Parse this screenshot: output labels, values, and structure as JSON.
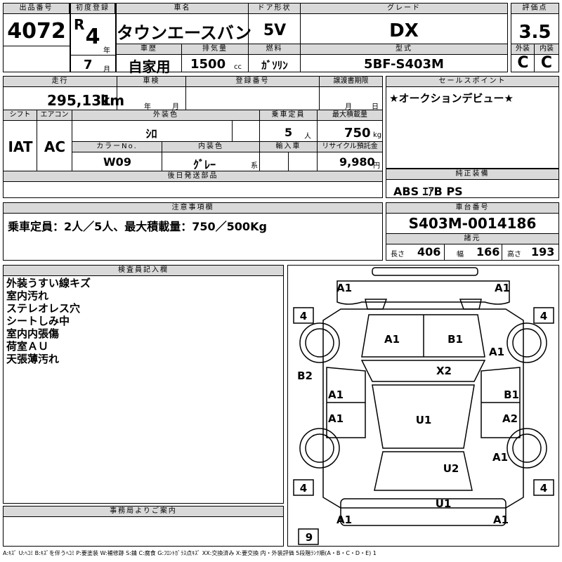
{
  "top": {
    "lot_no_label": "出品番号",
    "lot_no": "4072",
    "first_reg_label": "初度登録",
    "era": "R",
    "year": "4",
    "year_unit": "年",
    "month": "7",
    "month_unit": "月",
    "car_name_label": "車名",
    "car_name": "タウンエースバン",
    "door_label": "ドア形状",
    "door": "5V",
    "grade_label": "グレード",
    "grade": "DX",
    "score_label": "評価点",
    "score": "3.5",
    "history_label": "車歴",
    "history": "自家用",
    "displacement_label": "排気量",
    "displacement": "1500",
    "displacement_unit": "cc",
    "fuel_label": "燃料",
    "fuel": "ｶﾞｿﾘﾝ",
    "model_label": "型式",
    "model": "5BF-S403M",
    "exterior_label": "外装",
    "exterior": "C",
    "interior_label": "内装",
    "interior": "C"
  },
  "mid": {
    "mileage_label": "走行",
    "mileage": "295,131",
    "mileage_unit": "km",
    "inspection_label": "車検",
    "insp_year_unit": "年",
    "insp_month_unit": "月",
    "reg_no_label": "登録番号",
    "transfer_label": "譲渡書期限",
    "transfer_month_unit": "月",
    "transfer_day_unit": "日",
    "shift_label": "シフト",
    "shift": "IAT",
    "ac_label": "エアコン",
    "ac": "AC",
    "ext_color_label": "外装色",
    "ext_color": "ｼﾛ",
    "capacity_label": "乗車定員",
    "capacity": "5",
    "capacity_unit": "人",
    "max_load_label": "最大積載量",
    "max_load": "750",
    "max_load_unit": "kg",
    "color_no_label": "カラーNo.",
    "color_no": "W09",
    "int_color_label": "内装色",
    "int_color": "ｸﾞﾚｰ",
    "int_color_unit": "系",
    "import_label": "輸入車",
    "recycle_label": "リサイクル預託金",
    "recycle": "9,980",
    "recycle_unit": "円",
    "later_parts_label": "後日発送部品"
  },
  "sales_point": {
    "label": "セールスポイント",
    "text": "★オークションデビュー★"
  },
  "genuine": {
    "label": "純正装備",
    "text": "ABS ｴｱB PS"
  },
  "notes": {
    "label": "注意事項欄",
    "text": "乗車定員：2人／5人、最大積載量：750／500Kg"
  },
  "chassis": {
    "label": "車台番号",
    "value": "S403M-0014186",
    "spec_label": "諸元",
    "length_label": "長さ",
    "length": "406",
    "width_label": "幅",
    "width": "166",
    "height_label": "高さ",
    "height": "193"
  },
  "inspector": {
    "label": "検査員記入欄",
    "lines": [
      "外装うすい線キズ",
      "室内汚れ",
      "ステレオレス穴",
      "シートしみ中",
      "室内内張傷",
      "荷室ＡＵ",
      "天張薄汚れ"
    ]
  },
  "office": {
    "label": "事務局よりご案内"
  },
  "legend": "A:ｷｽﾞ U:ﾍｺﾐ B:ｷｽﾞを伴うﾍｺﾐ P:要塗装 W:補修跡 S:錆 C:腐食 G:ﾌﾛﾝﾄｶﾞﾗｽ点ｷｽﾞ XX:交換済み X:要交換 内・外装評価 5段階ﾗﾝｸ順(A・B・C・D・E) 1",
  "diagram": {
    "marks": {
      "front_left": "A1",
      "front_right": "A1",
      "tire_fl": "4",
      "tire_fr": "4",
      "tire_rl": "4",
      "tire_rr": "4",
      "spare": "9",
      "hood_left": "A1",
      "hood_right": "B1",
      "fender_right": "A1",
      "windshield": "X2",
      "fender_left": "B2",
      "door_fl": "A1",
      "door_fr": "B1",
      "door_rl": "A1",
      "door_rr": "A2",
      "roof": "U1",
      "quarter_right": "A1",
      "back_door": "U2",
      "rear_bumper": "U1",
      "rear_left": "A1",
      "rear_right": "A1"
    }
  }
}
